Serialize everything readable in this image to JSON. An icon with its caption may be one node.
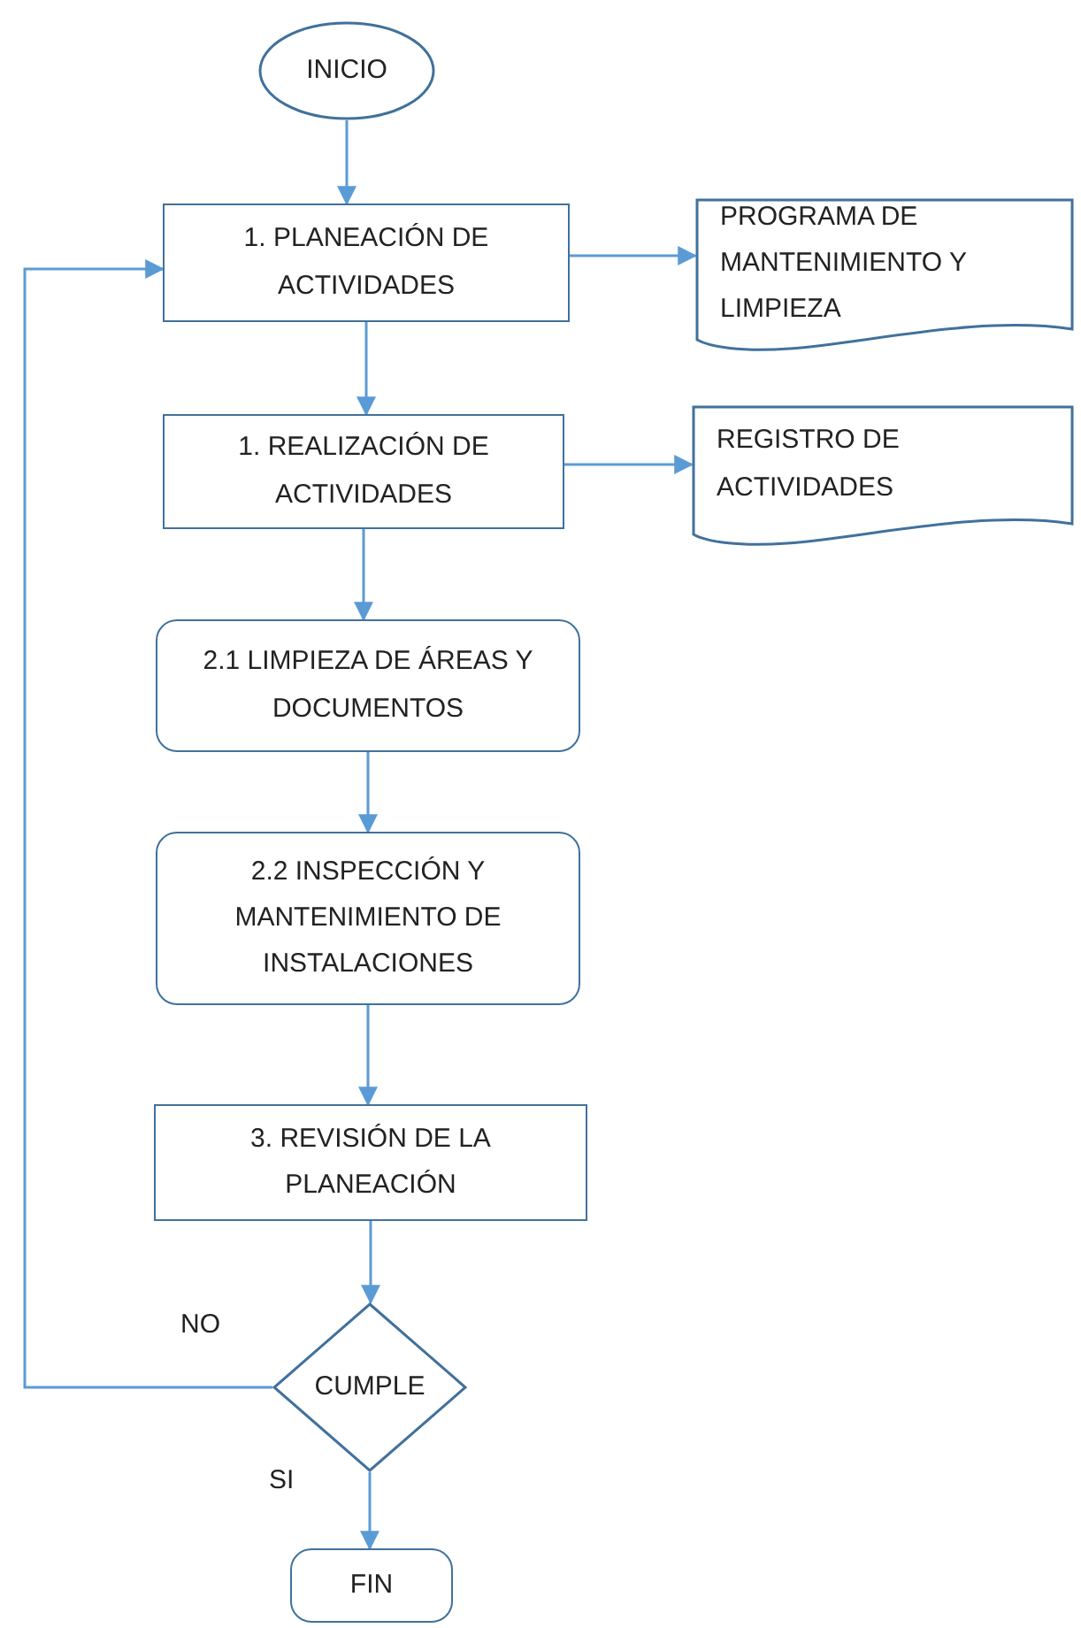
{
  "diagram": {
    "nodes": [
      {
        "text": [
          "INICIO"
        ]
      },
      {
        "text": [
          "1. PLANEACIÓN DE ACTIVIDADES"
        ]
      },
      {
        "text": [
          "PROGRAMA DE MANTENIMIENTO Y LIMPIEZA"
        ]
      },
      {
        "text": [
          "1. REALIZACIÓN DE ACTIVIDADES"
        ]
      },
      {
        "text": [
          "REGISTRO DE ACTIVIDADES"
        ]
      },
      {
        "text": [
          "2.1 LIMPIEZA DE ÁREAS Y DOCUMENTOS"
        ]
      },
      {
        "text": [
          "2.2 INSPECCIÓN Y MANTENIMIENTO DE INSTALACIONES"
        ]
      },
      {
        "text": [
          "3. REVISIÓN DE LA PLANEACIÓN"
        ]
      },
      {
        "text": [
          "CUMPLE"
        ]
      },
      {
        "text": [
          "FIN"
        ]
      }
    ],
    "edges": [
      {
        "from": 0,
        "to": 1,
        "arrow": "to"
      },
      {
        "from": 1,
        "to": 2,
        "arrow": "to"
      },
      {
        "from": 1,
        "to": 3,
        "arrow": "to"
      },
      {
        "from": 3,
        "to": 4,
        "arrow": "to"
      },
      {
        "from": 3,
        "to": 5,
        "arrow": "to"
      },
      {
        "from": 5,
        "to": 6,
        "arrow": "to"
      },
      {
        "from": 6,
        "to": 7,
        "arrow": "to"
      },
      {
        "from": 7,
        "to": 8,
        "arrow": "to"
      },
      {
        "from": 8,
        "to": 1,
        "label": "NO",
        "arrow": "to"
      },
      {
        "from": 8,
        "to": 9,
        "label": "SI",
        "arrow": "to"
      }
    ]
  }
}
